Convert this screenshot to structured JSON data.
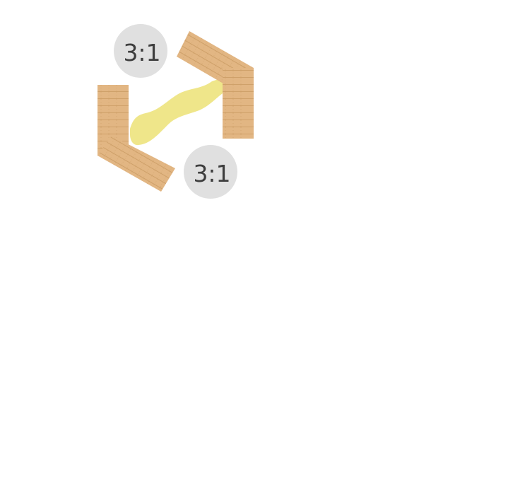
{
  "board": {
    "background": "#ffffff",
    "wood_color": "#e2b683",
    "wood_grain_color": "#b8864f",
    "river_color": "#efe68a",
    "badge_color": "#e0e0e0",
    "badge_text_color": "#3e3e3e"
  },
  "ports": [
    {
      "id": "port-top",
      "ratio": "3:1"
    },
    {
      "id": "port-bottom",
      "ratio": "3:1"
    }
  ]
}
